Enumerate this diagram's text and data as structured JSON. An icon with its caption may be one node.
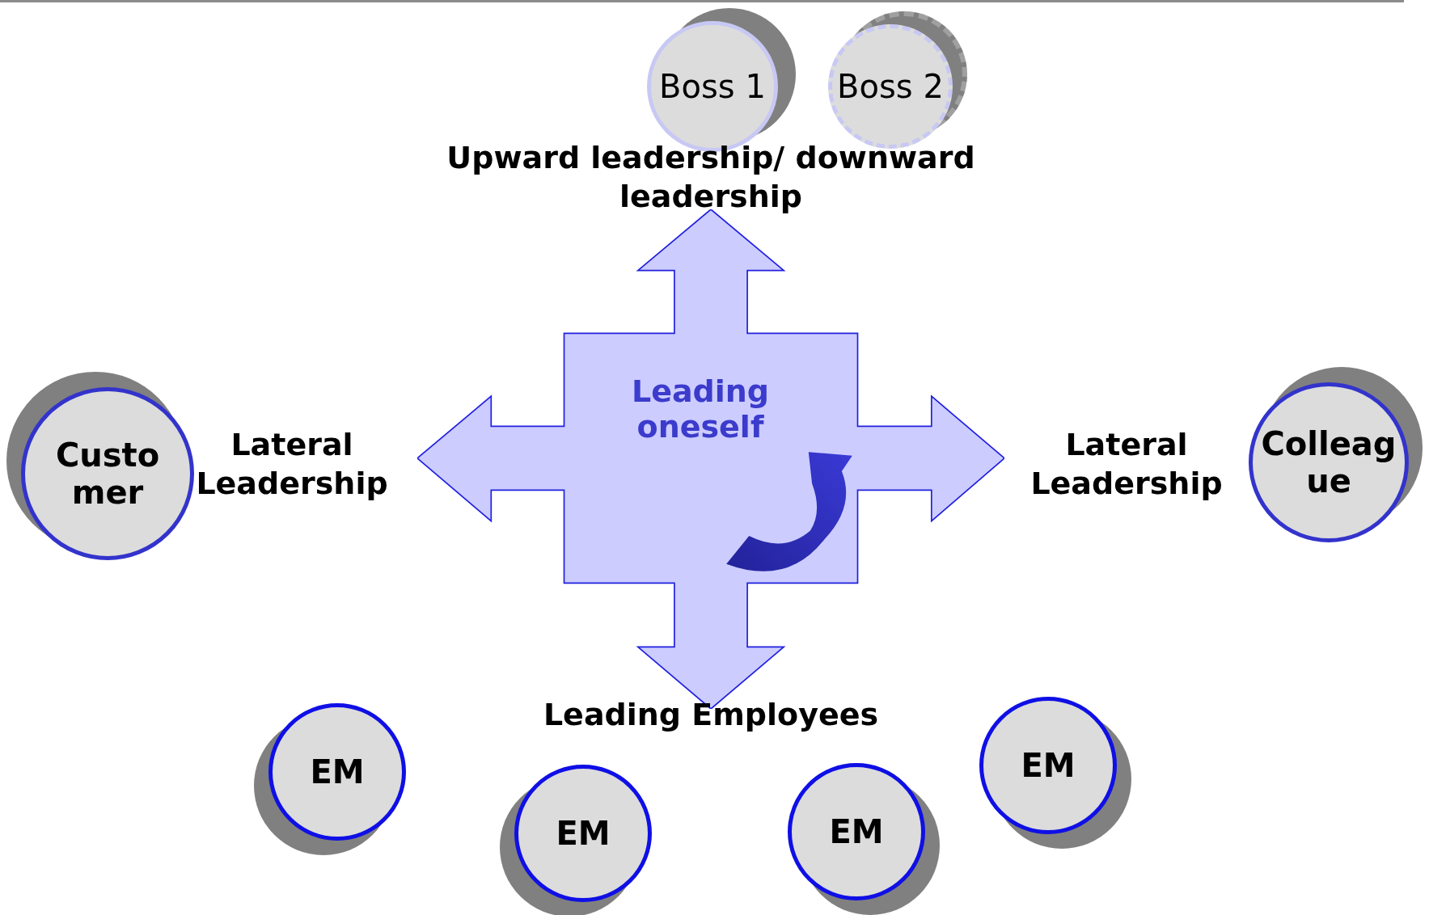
{
  "diagram": {
    "nodes": [
      {
        "text": [
          "Boss 1"
        ]
      },
      {
        "text": [
          "Boss 2"
        ]
      },
      {
        "text": [
          "Leading oneself"
        ]
      },
      {
        "text": [
          "Custo mer"
        ]
      },
      {
        "text": [
          "Colleag ue"
        ]
      },
      {
        "text": [
          "EM"
        ]
      },
      {
        "text": [
          "EM"
        ]
      },
      {
        "text": [
          "EM"
        ]
      },
      {
        "text": [
          "EM"
        ]
      }
    ],
    "labels": [
      "Upward leadership/ downward leadership",
      "Lateral Leadership",
      "Lateral Leadership",
      "Leading Employees"
    ]
  }
}
